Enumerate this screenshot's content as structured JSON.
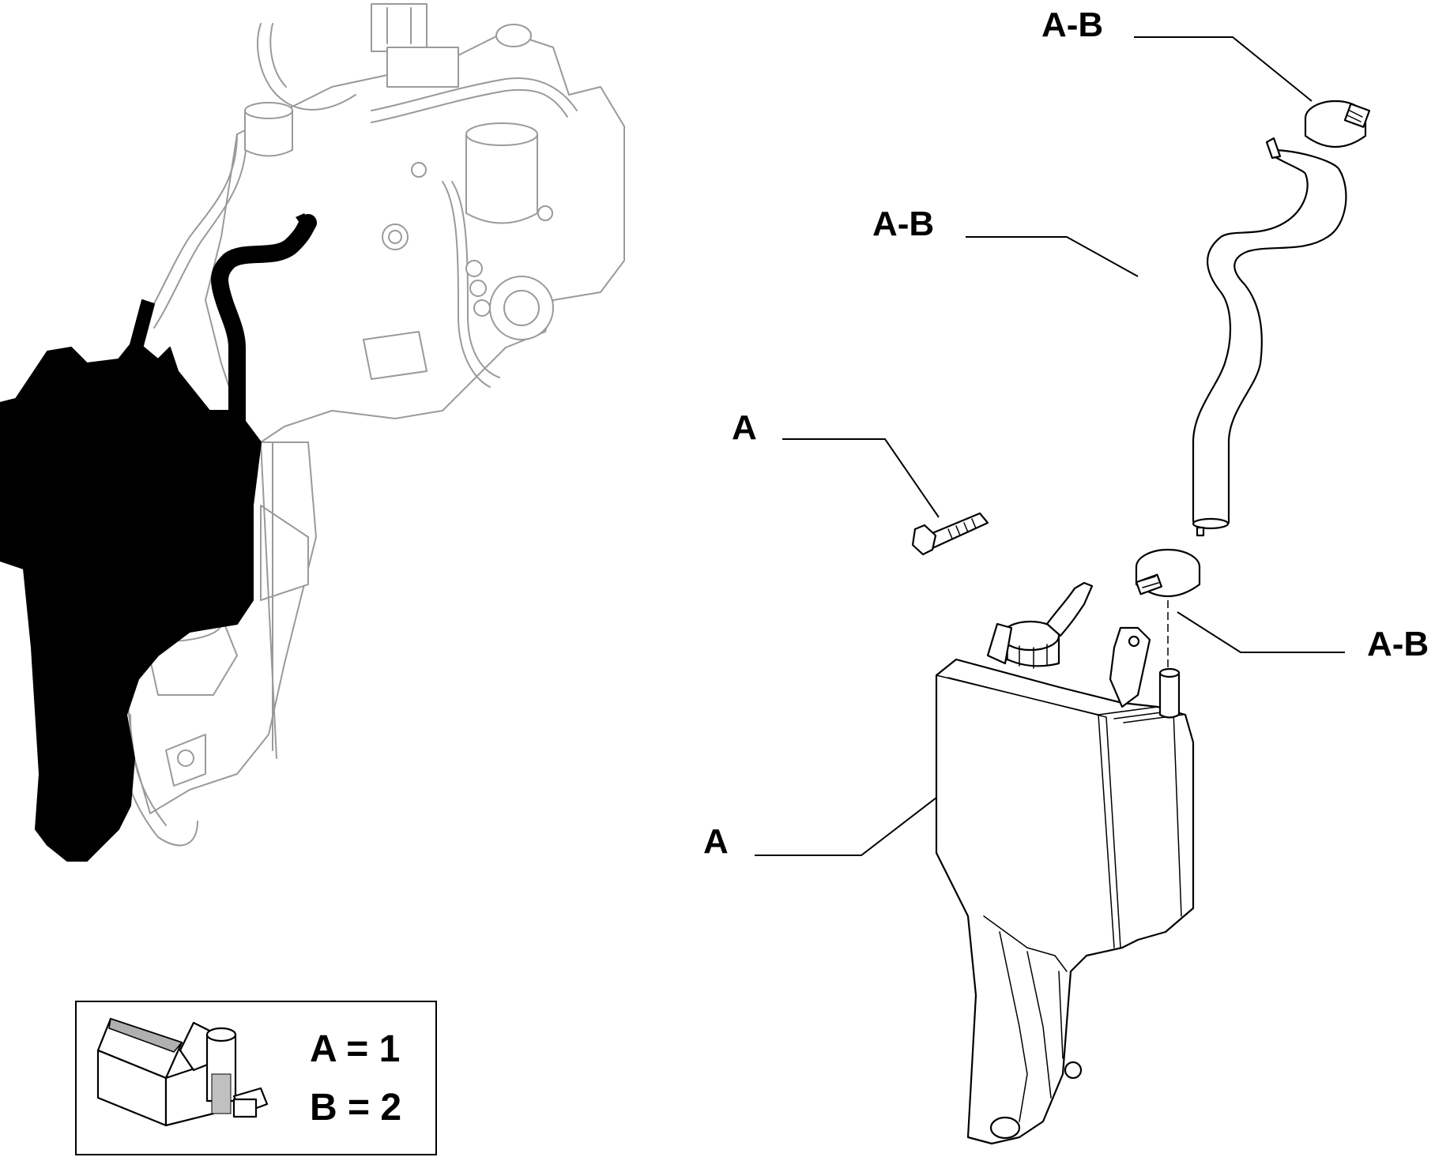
{
  "callouts": {
    "clamp_top": "A-B",
    "hose": "A-B",
    "bolt": "A",
    "clamp_bottom": "A-B",
    "reservoir": "A"
  },
  "legend": {
    "line_a": "A = 1",
    "line_b": "B = 2"
  }
}
